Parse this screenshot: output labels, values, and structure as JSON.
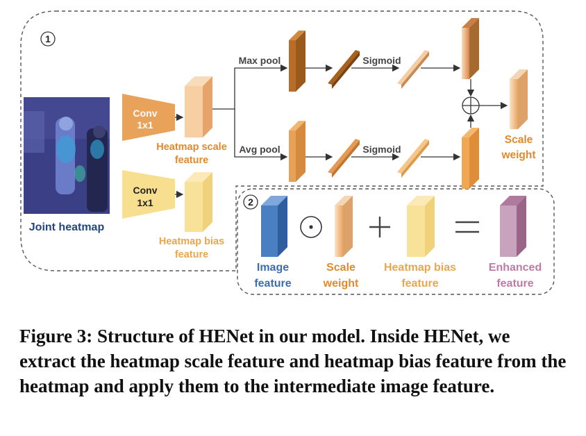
{
  "circle_labels": {
    "one": "1",
    "two": "2"
  },
  "labels": {
    "conv_top": [
      "Conv",
      "1x1"
    ],
    "conv_bottom": [
      "Conv",
      "1x1"
    ],
    "joint_heatmap": "Joint heatmap",
    "heatmap_scale_feature": [
      "Heatmap scale",
      "feature"
    ],
    "heatmap_bias_feature": [
      "Heatmap bias",
      "feature"
    ],
    "max_pool": "Max pool",
    "avg_pool": "Avg pool",
    "sigmoid_top": "Sigmoid",
    "sigmoid_bottom": "Sigmoid",
    "scale_weight_right": [
      "Scale",
      "weight"
    ],
    "image_feature": [
      "Image",
      "feature"
    ],
    "scale_weight_bottom": [
      "Scale",
      "weight"
    ],
    "heatmap_bias_bottom": [
      "Heatmap bias",
      "feature"
    ],
    "enhanced_feature": [
      "Enhanced",
      "feature"
    ]
  },
  "operators": {
    "hadamard": "⊙",
    "plus": "+",
    "equals": "=",
    "oplus": "⊕"
  },
  "caption": "Figure 3: Structure of HENet in our model. Inside HENet, we extract the heatmap scale feature and heatmap bias feature from the heatmap and apply them to the intermediate image feature.",
  "colors": {
    "orange": "#e9a25a",
    "light_orange": "#f3c99a",
    "brown": "#b06a22",
    "yellow": "#f7df8f",
    "blue": "#4a7fc1",
    "pink": "#c596b6",
    "navy_text": "#23467e",
    "orange_text": "#e08a2a",
    "pink_text": "#c07aa8",
    "blue_text": "#3c6cb2"
  }
}
